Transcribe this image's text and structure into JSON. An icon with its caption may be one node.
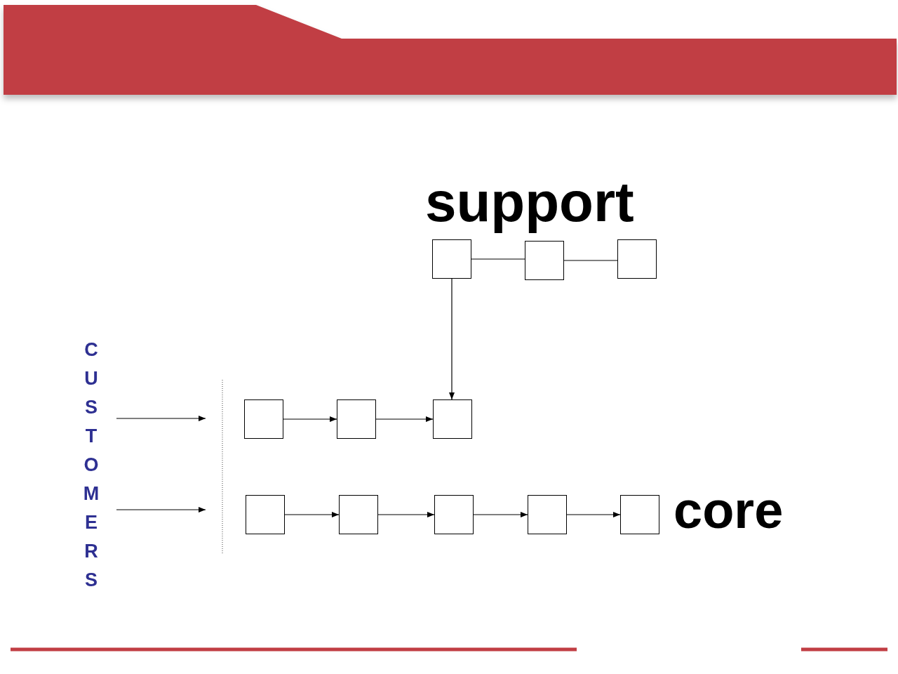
{
  "diagram": {
    "nodes": [
      {
        "text": [],
        "shape": "box"
      },
      {
        "text": [],
        "shape": "box"
      },
      {
        "text": [],
        "shape": "box"
      },
      {
        "text": [],
        "shape": "box"
      },
      {
        "text": [],
        "shape": "box"
      },
      {
        "text": [],
        "shape": "box"
      },
      {
        "text": [],
        "shape": "box"
      },
      {
        "text": [],
        "shape": "box"
      },
      {
        "text": [],
        "shape": "box"
      },
      {
        "text": [],
        "shape": "box"
      },
      {
        "text": [],
        "shape": "box"
      },
      {
        "text": [
          "CUSTOMERS"
        ]
      }
    ],
    "edges": [
      {
        "from": 0,
        "to": 1,
        "arrow": "none"
      },
      {
        "from": 1,
        "to": 2,
        "arrow": "none"
      },
      {
        "from": 0,
        "to": 5,
        "arrow": "to"
      },
      {
        "from": 3,
        "to": 4,
        "arrow": "to"
      },
      {
        "from": 4,
        "to": 5,
        "arrow": "to"
      },
      {
        "from": 6,
        "to": 7,
        "arrow": "to"
      },
      {
        "from": 7,
        "to": 8,
        "arrow": "to"
      },
      {
        "from": 8,
        "to": 9,
        "arrow": "to"
      },
      {
        "from": 9,
        "to": 10,
        "arrow": "to"
      },
      {
        "from": 11,
        "to": null,
        "arrow": "to"
      },
      {
        "from": 11,
        "to": null,
        "arrow": "to"
      }
    ],
    "labels": [
      "support",
      "core"
    ]
  }
}
